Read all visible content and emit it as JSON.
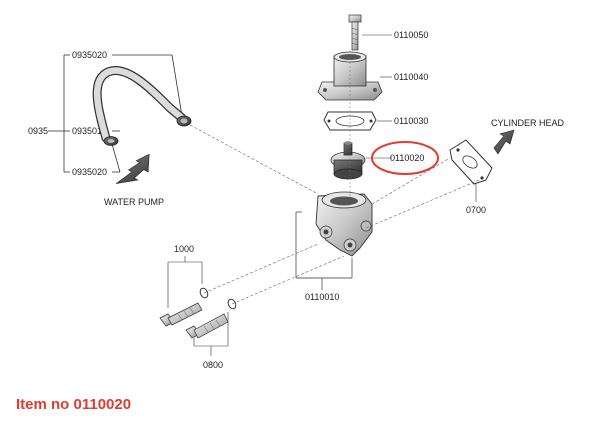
{
  "labels": {
    "p0935": "0935",
    "p0935020_top": "0935020",
    "p0935010": "0935010",
    "p0935020_bot": "0935020",
    "water_pump": "WATER PUMP",
    "p0110050": "0110050",
    "p0110040": "0110040",
    "p0110030": "0110030",
    "p0110020": "0110020",
    "cylinder_head": "CYLINDER HEAD",
    "p0700": "0700",
    "p1000": "1000",
    "p0110010": "0110010",
    "p0800": "0800"
  },
  "caption": "Item no 0110020",
  "colors": {
    "highlight": "#e23b2e",
    "line": "#333333",
    "part_fill": "#d9d9d9",
    "part_shade": "#9a9a9a"
  }
}
